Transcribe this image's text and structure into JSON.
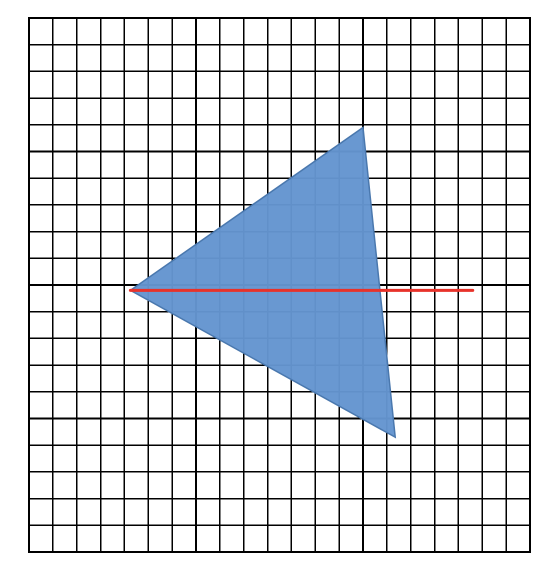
{
  "grid": {
    "columns": 21,
    "rows": 20,
    "line_color": "#000000"
  },
  "triangle": {
    "vertices": [
      [
        4.25,
        10.2
      ],
      [
        14.0,
        4.1
      ],
      [
        15.35,
        15.7
      ]
    ],
    "fill_color": "#6495d0",
    "stroke_color": "#4a78ae"
  },
  "line": {
    "from": [
      4.25,
      10.2
    ],
    "to": [
      18.6,
      10.2
    ],
    "color": "#e8322a"
  }
}
